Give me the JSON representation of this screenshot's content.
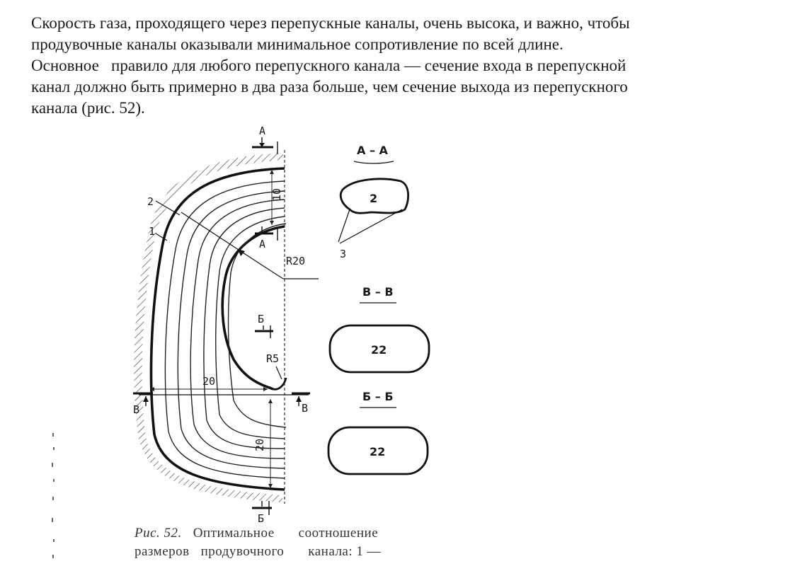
{
  "paragraph": {
    "lines": [
      "Скорость газа, проходящего через перепускные каналы, очень высока, и важно, чтобы",
      "продувочные каналы оказывали минимальное сопротивление по всей длине.",
      "Основное   правило для любого перепускного канала — сечение входа в перепускной",
      "канал должно быть примерно в два раза больше, чем сечение выхода из перепускного",
      "канала (рис. 52)."
    ]
  },
  "figure": {
    "labels": {
      "part_1": "1",
      "part_2": "2",
      "part_3": "3",
      "section_a_top": "А",
      "section_a_bottom": "А",
      "section_b_upper": "Б",
      "section_b_lower": "Б",
      "section_v_left": "В",
      "section_v_right": "В",
      "radius_large": "R20",
      "radius_small": "R5",
      "dim_top": "10",
      "dim_horizontal": "20",
      "dim_vertical": "20"
    },
    "sections": [
      {
        "title": "А – А",
        "value": "2"
      },
      {
        "title": "В – В",
        "value": "22"
      },
      {
        "title": "Б – Б",
        "value": "22"
      }
    ]
  },
  "caption": {
    "fig_label": "Рис.  52.",
    "line1_rest": [
      "Оптимальное",
      "соотношение"
    ],
    "line2": [
      "размеров",
      "продувочного",
      "канала:  1 —"
    ]
  }
}
